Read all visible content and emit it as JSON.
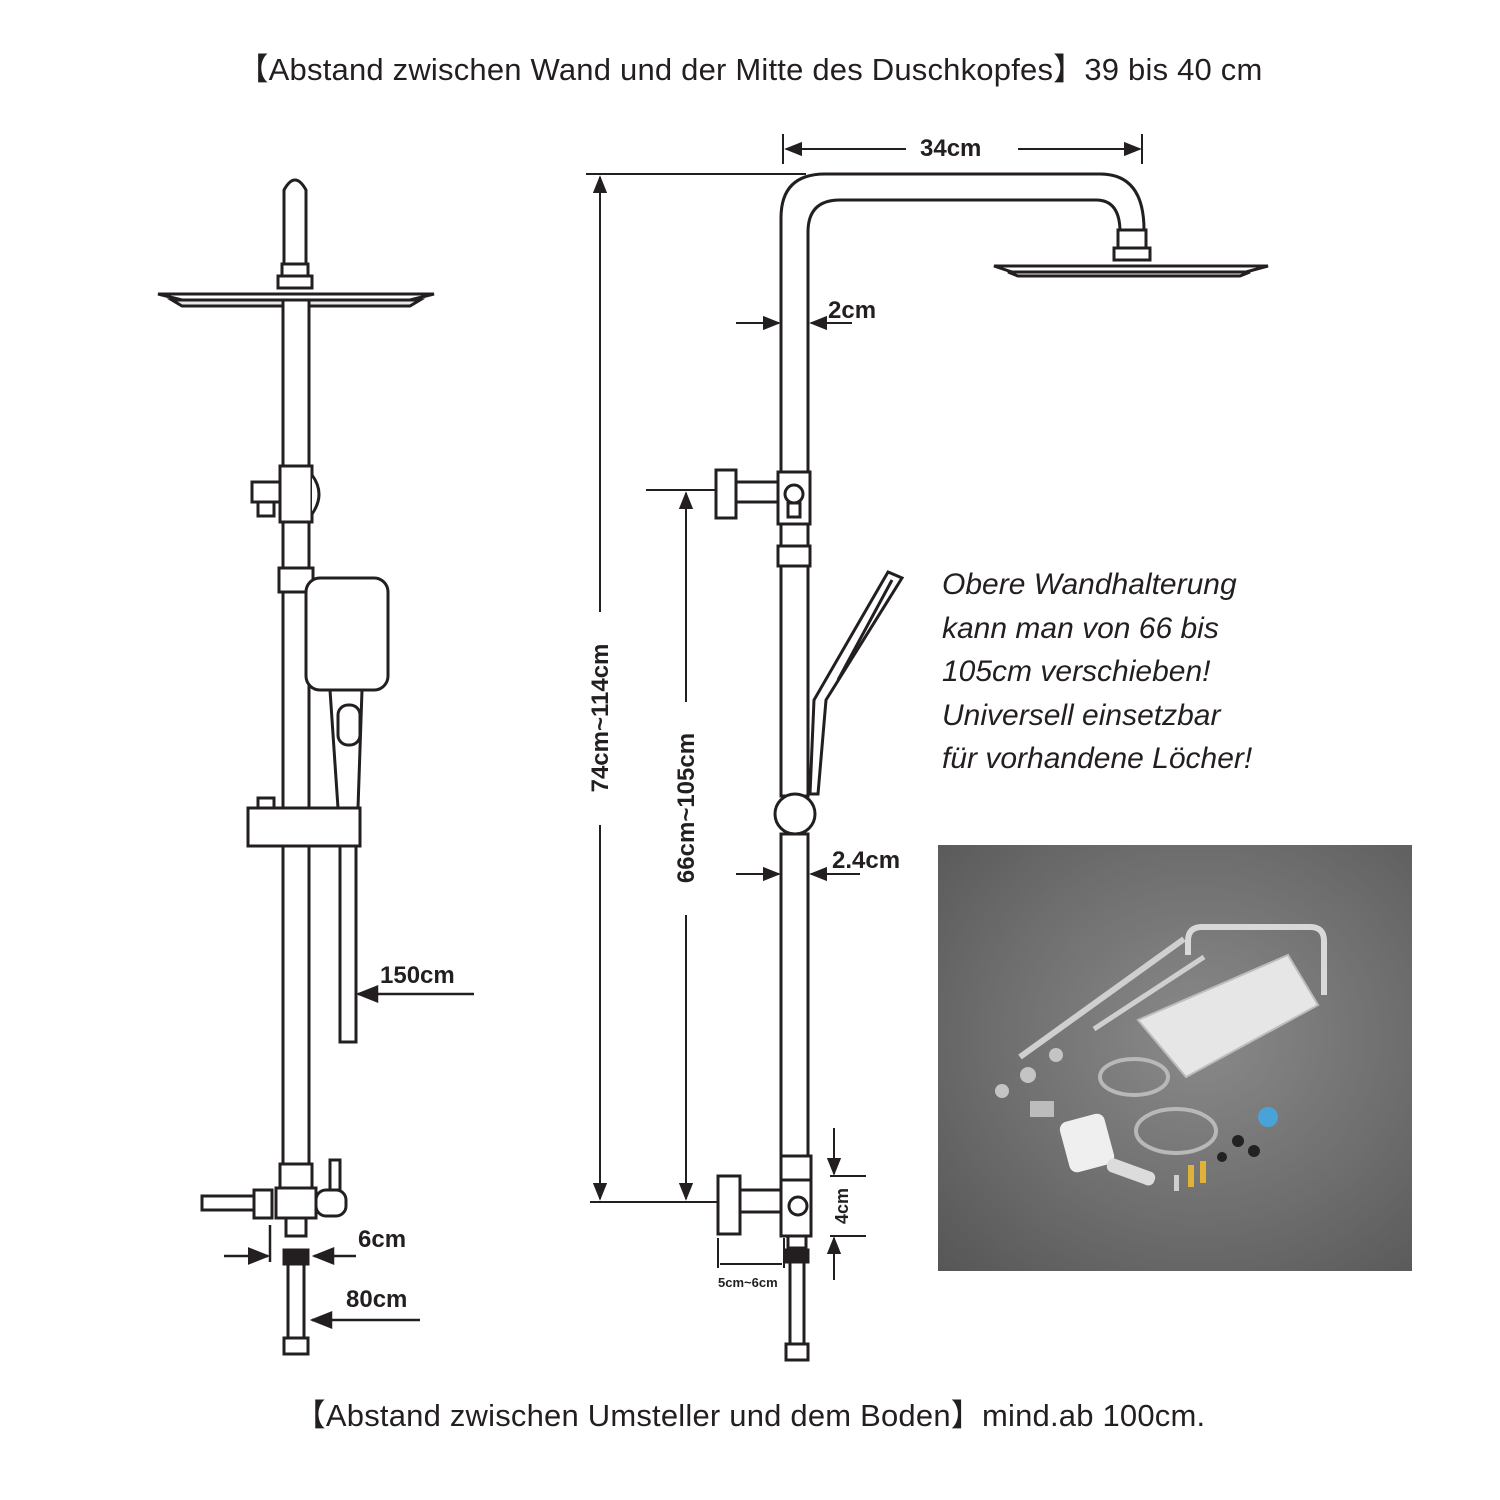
{
  "captions": {
    "top": "【Abstand zwischen Wand und der Mitte des Duschkopfes】39 bis 40 cm",
    "bottom": "【Abstand zwischen Umsteller und dem Boden】mind.ab 100cm."
  },
  "front_view": {
    "hose_length": "150cm",
    "offset": "6cm",
    "connector_hose": "80cm"
  },
  "side_view": {
    "arm_length": "34cm",
    "pipe_top_diameter": "2cm",
    "pipe_bottom_diameter": "2.4cm",
    "total_height": "74cm~114cm",
    "bracket_height": "66cm~105cm",
    "mixer_height": "4cm",
    "wall_distance": "5cm~6cm"
  },
  "note": {
    "lines": [
      "Obere Wandhalterung",
      "kann man von 66 bis",
      "105cm verschieben!",
      "Universell einsetzbar",
      "für vorhandene Löcher!"
    ]
  },
  "photo": {
    "icon": "product-set-photo",
    "background_color": "#6e6e6e"
  }
}
